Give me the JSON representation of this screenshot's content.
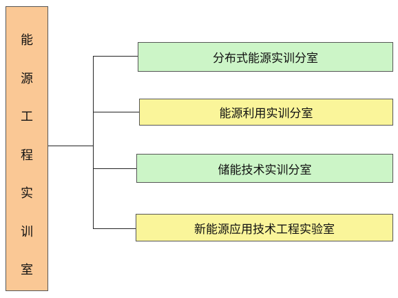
{
  "root": {
    "chars": [
      "能",
      "源",
      "工",
      "程",
      "实",
      "训",
      "室"
    ],
    "color": "#FAC895"
  },
  "branches": [
    {
      "label": "分布式能源实训分室",
      "color": "#CCF5C7"
    },
    {
      "label": "能源利用实训分室",
      "color": "#FAF59A"
    },
    {
      "label": "储能技术实训分室",
      "color": "#CCF5C7"
    },
    {
      "label": "新能源应用技术工程实验室",
      "color": "#FAF59A"
    }
  ]
}
